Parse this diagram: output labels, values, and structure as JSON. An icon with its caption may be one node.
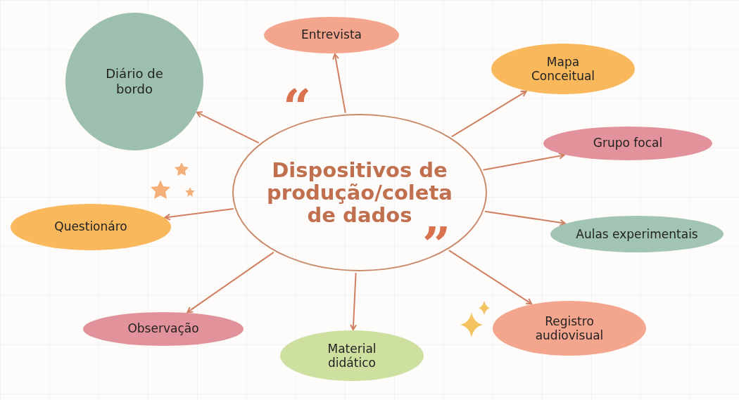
{
  "diagram": {
    "nodes": [
      {
        "text": [
          "Dispositivos de produção/coleta de dados"
        ]
      },
      {
        "text": [
          "Diário de bordo"
        ]
      },
      {
        "text": [
          "Entrevista"
        ]
      },
      {
        "text": [
          "Mapa Conceitual"
        ]
      },
      {
        "text": [
          "Grupo focal"
        ]
      },
      {
        "text": [
          "Questionáro"
        ]
      },
      {
        "text": [
          "Aulas experimentais"
        ]
      },
      {
        "text": [
          "Observação"
        ]
      },
      {
        "text": [
          "Material didático"
        ]
      },
      {
        "text": [
          "Registro audiovisual"
        ]
      }
    ],
    "edges": [
      {
        "from": 0,
        "to": 1,
        "arrow": "to"
      },
      {
        "from": 0,
        "to": 2,
        "arrow": "to"
      },
      {
        "from": 0,
        "to": 3,
        "arrow": "to"
      },
      {
        "from": 0,
        "to": 4,
        "arrow": "to"
      },
      {
        "from": 0,
        "to": 5,
        "arrow": "to"
      },
      {
        "from": 0,
        "to": 6,
        "arrow": "to"
      },
      {
        "from": 0,
        "to": 7,
        "arrow": "to"
      },
      {
        "from": 0,
        "to": 8,
        "arrow": "to"
      },
      {
        "from": 0,
        "to": 9,
        "arrow": "to"
      }
    ],
    "labels": [
      "“",
      "”"
    ]
  }
}
